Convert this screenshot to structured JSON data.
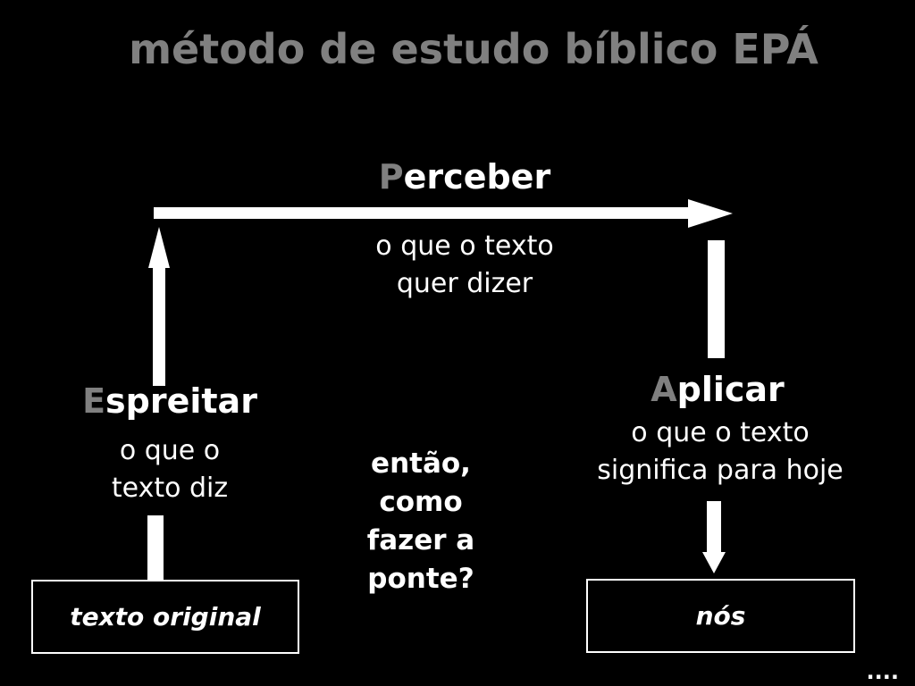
{
  "title": "método de estudo bíblico EPÁ",
  "steps": {
    "perceber": {
      "initial": "P",
      "rest": "erceber",
      "description": [
        "o que o texto",
        "quer dizer"
      ]
    },
    "espreitar": {
      "initial": "E",
      "rest": "spreitar",
      "description": [
        "o que o",
        "texto diz"
      ]
    },
    "aplicar": {
      "initial": "A",
      "rest": "plicar",
      "description": [
        "o que o texto",
        "significa para hoje"
      ]
    }
  },
  "question": [
    "então,",
    "como",
    "fazer a",
    "ponte?"
  ],
  "boxes": {
    "source": "texto original",
    "target": "nós"
  },
  "ellipsis": "....",
  "colors": {
    "background": "#000000",
    "foreground": "#ffffff",
    "accent": "#808080"
  }
}
